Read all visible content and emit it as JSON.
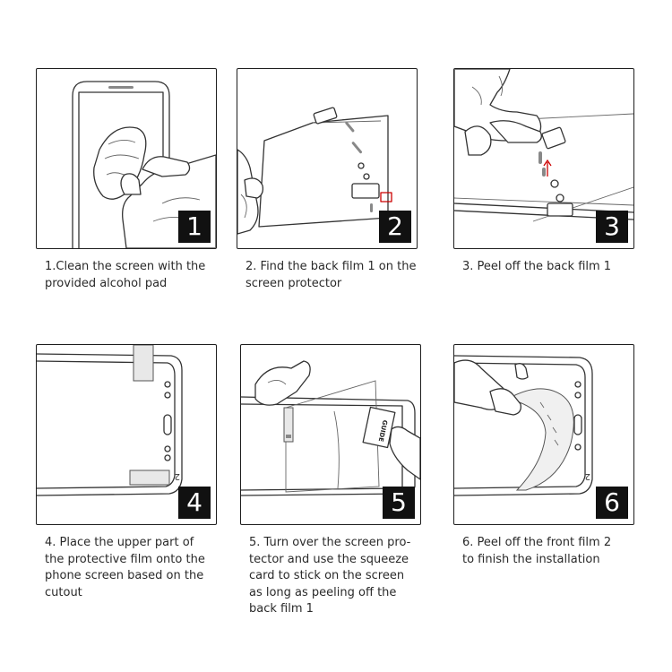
{
  "steps": [
    {
      "number": "1",
      "caption": "1.Clean the screen with the\nprovided alcohol pad"
    },
    {
      "number": "2",
      "caption": "2. Find the back film 1 on the\nscreen protector"
    },
    {
      "number": "3",
      "caption": "3. Peel off the back film 1"
    },
    {
      "number": "4",
      "caption": "4. Place the upper part of\nthe protective film onto the\nphone screen based on the\ncutout"
    },
    {
      "number": "5",
      "caption": "5. Turn over the screen pro-\ntector and use the squeeze\ncard to stick on the screen\nas long as peeling off the\nback film 1"
    },
    {
      "number": "6",
      "caption": "6. Peel off the front film 2\nto finish the installation"
    }
  ],
  "labels": {
    "film_2_tab": "2",
    "card_label": "GUIDE"
  },
  "colors": {
    "border": "#1e1e1e",
    "badge_bg": "#111111",
    "badge_text": "#ffffff",
    "caption_text": "#2a2a2a",
    "highlight": "#cc0000"
  }
}
